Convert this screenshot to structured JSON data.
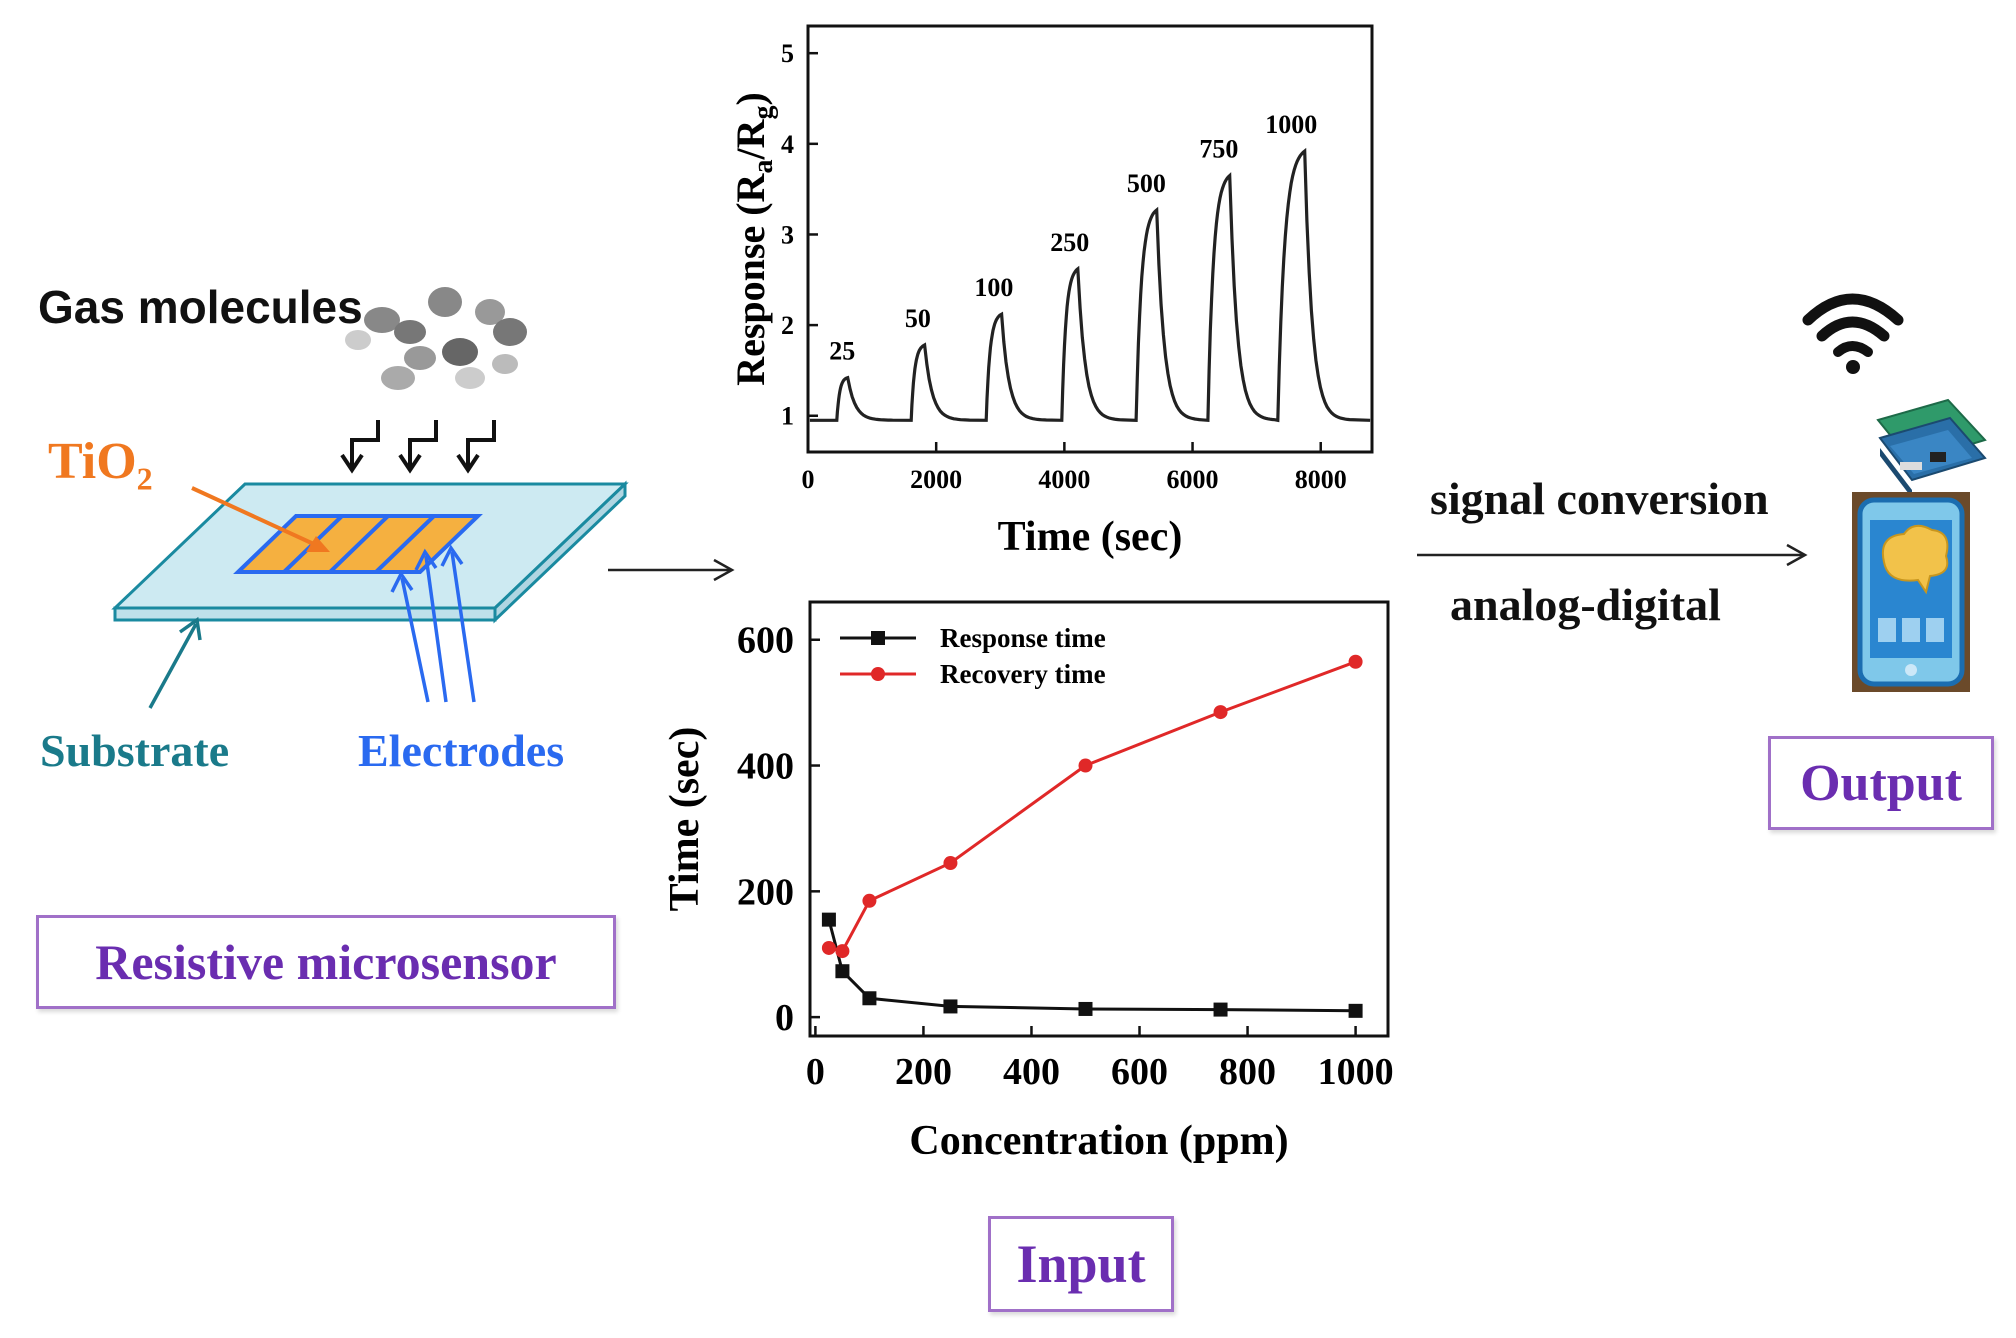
{
  "sensor": {
    "gas_label": "Gas molecules",
    "tio2_main": "TiO",
    "tio2_sub": "2",
    "substrate_label": "Substrate",
    "electrodes_label": "Electrodes",
    "caption": "Resistive microsensor"
  },
  "flow": {
    "signal_conversion": "signal conversion",
    "analog_digital": "analog-digital"
  },
  "captions": {
    "input": "Input",
    "output": "Output"
  },
  "colors": {
    "tio2_label": "#f07820",
    "electrode": "#2a6af0",
    "substrate_label": "#1a7a8a",
    "substrate_fill": "#cdeaf2",
    "caption_text": "#6a2db0",
    "caption_border": "#a070c8",
    "recovery": "#e02828",
    "response": "#111111"
  },
  "icons": [
    "wifi-icon",
    "circuit-board-icon",
    "smartphone-icon"
  ],
  "chart_data": [
    {
      "type": "line",
      "ylabel_main": "Response (R",
      "ylabel_sub_a": "a",
      "ylabel_mid": "/R",
      "ylabel_sub_g": "g",
      "ylabel_end": ")",
      "xlabel": "Time (sec)",
      "xlim": [
        0,
        8800
      ],
      "ylim": [
        0.6,
        5.3
      ],
      "xticks": [
        "0",
        "2000",
        "4000",
        "6000",
        "8000"
      ],
      "xtick_values": [
        0,
        2000,
        4000,
        6000,
        8000
      ],
      "yticks": [
        "1",
        "2",
        "3",
        "4",
        "5"
      ],
      "ytick_values": [
        1,
        2,
        3,
        4,
        5
      ],
      "grid": false,
      "baseline": 0.95,
      "peaks": [
        {
          "label": "25",
          "start": 450,
          "end": 620,
          "peak": 1.42
        },
        {
          "label": "50",
          "start": 1610,
          "end": 1820,
          "peak": 1.78
        },
        {
          "label": "100",
          "start": 2780,
          "end": 3020,
          "peak": 2.12
        },
        {
          "label": "250",
          "start": 3960,
          "end": 4210,
          "peak": 2.62
        },
        {
          "label": "500",
          "start": 5120,
          "end": 5440,
          "peak": 3.27
        },
        {
          "label": "750",
          "start": 6240,
          "end": 6580,
          "peak": 3.65
        },
        {
          "label": "1000",
          "start": 7330,
          "end": 7750,
          "peak": 3.92
        }
      ]
    },
    {
      "type": "line",
      "xlabel": "Concentration (ppm)",
      "ylabel": "Time (sec)",
      "xlim": [
        -10,
        1060
      ],
      "ylim": [
        -30,
        660
      ],
      "xticks": [
        "0",
        "200",
        "400",
        "600",
        "800",
        "1000"
      ],
      "xtick_values": [
        0,
        200,
        400,
        600,
        800,
        1000
      ],
      "yticks": [
        "0",
        "200",
        "400",
        "600"
      ],
      "ytick_values": [
        0,
        200,
        400,
        600
      ],
      "grid": false,
      "legend_position": "top-left",
      "x": [
        25,
        50,
        100,
        250,
        500,
        750,
        1000
      ],
      "series": [
        {
          "name": "Response time",
          "color": "#111111",
          "marker": "square",
          "values": [
            155,
            73,
            30,
            17,
            13,
            12,
            10
          ]
        },
        {
          "name": "Recovery time",
          "color": "#e02828",
          "marker": "circle",
          "values": [
            110,
            105,
            185,
            245,
            400,
            485,
            565
          ]
        }
      ]
    }
  ]
}
